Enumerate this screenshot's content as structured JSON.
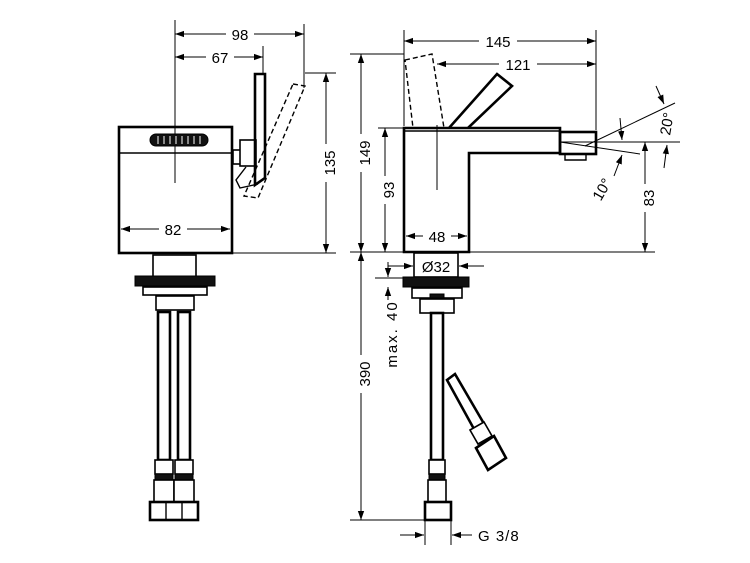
{
  "drawing": {
    "side_view": {
      "dim_width_total": "98",
      "dim_handle_offset": "67",
      "dim_height_total": "135",
      "dim_body_width": "82"
    },
    "front_view": {
      "dim_length_total": "145",
      "dim_spout_reach": "121",
      "dim_height_total": "149",
      "dim_spout_height_upper": "93",
      "dim_base_width": "48",
      "dim_thread_diameter": "Ø32",
      "dim_max_thickness": "max. 40",
      "dim_hose_length": "390",
      "dim_connection": "G 3/8",
      "dim_spout_height": "83",
      "dim_angle_upper": "20°",
      "dim_angle_lower": "10°"
    }
  }
}
